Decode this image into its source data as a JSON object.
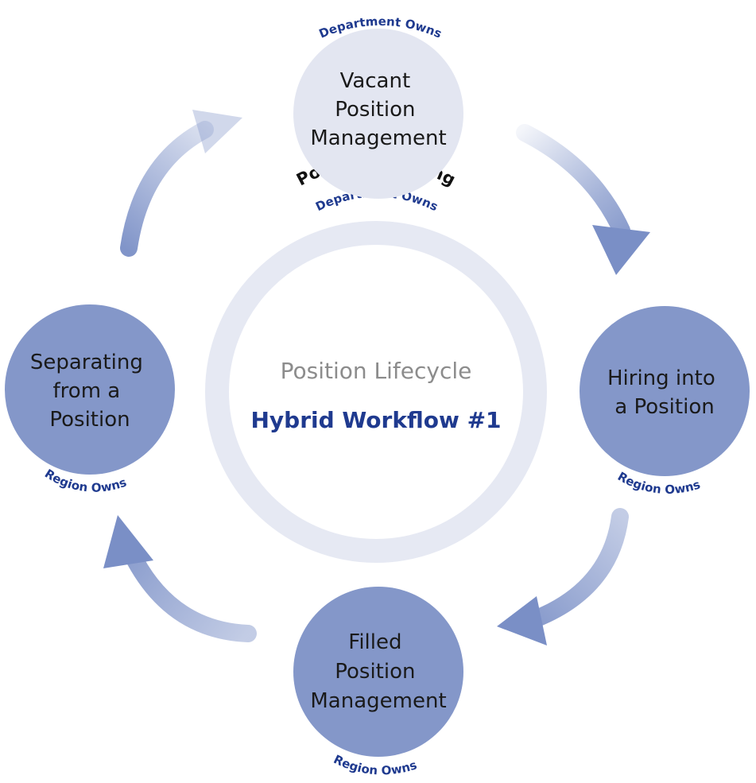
{
  "center": {
    "title": "Position Lifecycle",
    "subtitle": "Hybrid Workflow #1"
  },
  "ring": {
    "label": "Position Funding",
    "owner": "Department Owns"
  },
  "nodes": {
    "vacant": {
      "lines": [
        "Vacant",
        "Position",
        "Management"
      ],
      "owner": "Department Owns"
    },
    "hiring": {
      "lines": [
        "Hiring into",
        "a Position"
      ],
      "owner": "Region Owns"
    },
    "filled": {
      "lines": [
        "Filled",
        "Position",
        "Management"
      ],
      "owner": "Region Owns"
    },
    "separating": {
      "lines": [
        "Separating",
        "from a",
        "Position"
      ],
      "owner": "Region Owns"
    }
  },
  "colors": {
    "light_node": "#e3e6f1",
    "dark_node": "#8497c9",
    "ring": "#e6e9f3",
    "arrow": "#7a8fc6",
    "owner_text": "#1f3a8f",
    "center_subtitle": "#1f3a8f",
    "center_title": "#8c8c8c",
    "node_text": "#1a1a1a"
  }
}
